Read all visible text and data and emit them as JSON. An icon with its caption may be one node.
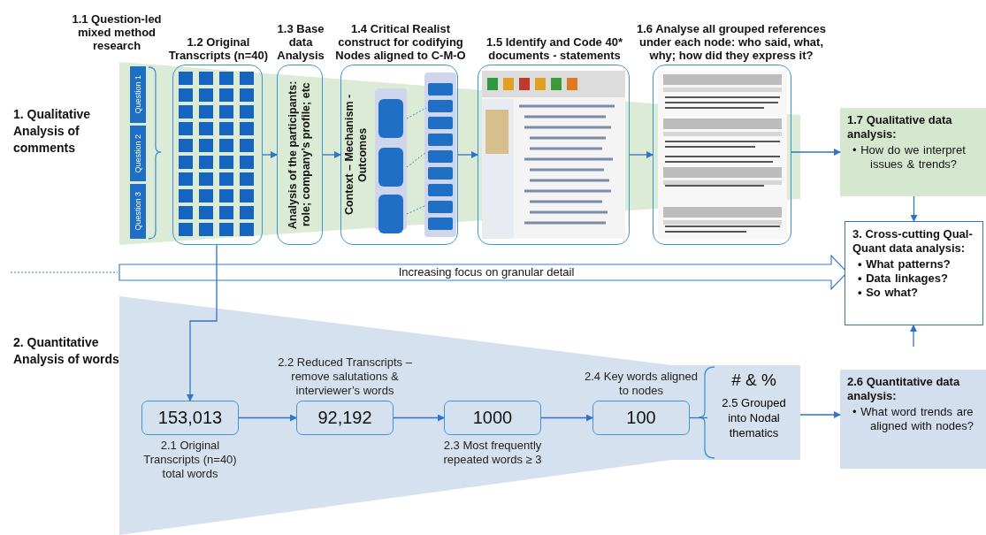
{
  "diagram": {
    "nodes": [
      {
        "text": [
          "Question 1"
        ]
      },
      {
        "text": [
          "Question 2"
        ]
      },
      {
        "text": [
          "Question 3"
        ]
      },
      {
        "text": [
          "1.2 Original Transcripts (n=40)"
        ]
      },
      {
        "text": [
          "1.3 Base data Analysis",
          "Analysis of the participants: role; company’s profile; etc"
        ]
      },
      {
        "text": [
          "1.4 Critical Realist construct for codifying Nodes aligned to C-M-O",
          "Context – Mechanism - Outcomes"
        ]
      },
      {
        "text": [
          "1.5 Identify and Code 40* documents - statements"
        ]
      },
      {
        "text": [
          "1.6 Analyse all grouped references under each node: who said, what, why; how did they express it?"
        ]
      },
      {
        "text": [
          "1.7 Qualitative data analysis:",
          "• How do we interpret issues & trends?"
        ]
      },
      {
        "text": [
          "3. Cross-cutting Qual-Quant data analysis:",
          "• What patterns?",
          "• Data linkages?",
          "• So what?"
        ]
      },
      {
        "text": [
          "153,013"
        ],
        "beside": [
          "2.1 Original Transcripts (n=40) total words"
        ]
      },
      {
        "text": [
          "92,192"
        ],
        "beside": [
          "2.2 Reduced Transcripts – remove salutations & interviewer’s words"
        ]
      },
      {
        "text": [
          "1000"
        ],
        "beside": [
          "2.3 Most frequently repeated words ≥ 3"
        ]
      },
      {
        "text": [
          "100"
        ],
        "beside": [
          "2.4 Key words aligned to nodes"
        ]
      },
      {
        "text": [
          "# & %",
          "2.5 Grouped into Nodal thematics"
        ]
      },
      {
        "text": [
          "2.6 Quantitative data analysis:",
          "• What word trends are aligned with nodes?"
        ]
      }
    ],
    "edges": [
      {
        "from": 3,
        "to": 4,
        "arrow": "to"
      },
      {
        "from": 4,
        "to": 5,
        "arrow": "to"
      },
      {
        "from": 5,
        "to": 6,
        "arrow": "to"
      },
      {
        "from": 6,
        "to": 7,
        "arrow": "to"
      },
      {
        "from": 7,
        "to": 8,
        "arrow": "to"
      },
      {
        "from": 8,
        "to": 9,
        "arrow": "to"
      },
      {
        "from": 3,
        "to": 10,
        "arrow": "to"
      },
      {
        "from": 10,
        "to": 11,
        "arrow": "to"
      },
      {
        "from": 11,
        "to": 12,
        "arrow": "to"
      },
      {
        "from": 12,
        "to": 13,
        "arrow": "to"
      },
      {
        "from": 13,
        "to": 14,
        "arrow": "none"
      },
      {
        "from": 14,
        "to": 15,
        "arrow": "to"
      },
      {
        "from": null,
        "to": 9,
        "arrow": "to"
      }
    ],
    "labels": [
      "1.1 Question-led mixed method research",
      "1. Qualitative Analysis of comments",
      "Increasing focus on granular detail",
      "2. Quantitative Analysis of words"
    ]
  }
}
